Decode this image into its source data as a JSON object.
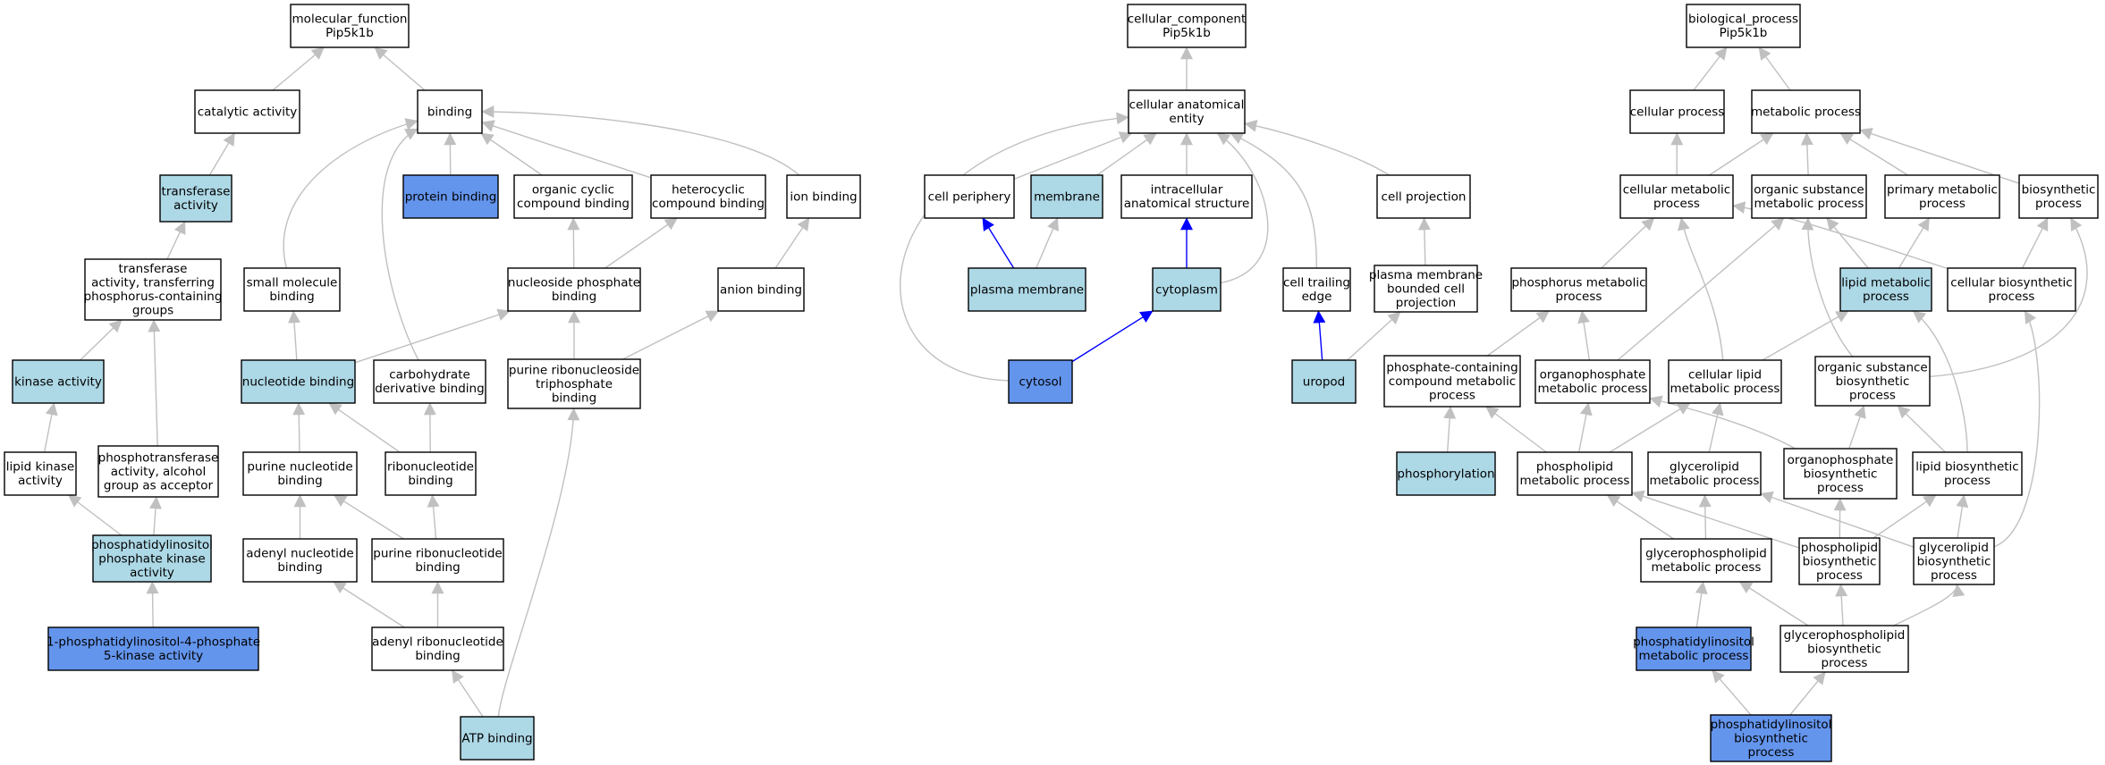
{
  "colors": {
    "plain": "#ffffff",
    "light": "#add8e6",
    "focus": "#6495ed",
    "edge_gray": "#c0c0c0",
    "edge_blue": "#0000ff"
  },
  "nodes": [
    {
      "id": "mf_root",
      "lines": [
        "molecular_function",
        "Pip5k1b"
      ],
      "fill": "plain"
    },
    {
      "id": "catalytic",
      "lines": [
        "catalytic activity"
      ],
      "fill": "plain"
    },
    {
      "id": "binding",
      "lines": [
        "binding"
      ],
      "fill": "plain"
    },
    {
      "id": "transferase",
      "lines": [
        "transferase",
        "activity"
      ],
      "fill": "light"
    },
    {
      "id": "protein_binding",
      "lines": [
        "protein binding"
      ],
      "fill": "focus"
    },
    {
      "id": "organic_cyclic",
      "lines": [
        "organic cyclic",
        "compound binding"
      ],
      "fill": "plain"
    },
    {
      "id": "heterocyclic",
      "lines": [
        "heterocyclic",
        "compound binding"
      ],
      "fill": "plain"
    },
    {
      "id": "ion_binding",
      "lines": [
        "ion binding"
      ],
      "fill": "plain"
    },
    {
      "id": "transferase_p",
      "lines": [
        "transferase",
        "activity, transferring",
        "phosphorus-containing",
        "groups"
      ],
      "fill": "plain"
    },
    {
      "id": "small_molecule",
      "lines": [
        "small molecule",
        "binding"
      ],
      "fill": "plain"
    },
    {
      "id": "nucleoside_phosphate",
      "lines": [
        "nucleoside phosphate",
        "binding"
      ],
      "fill": "plain"
    },
    {
      "id": "anion_binding",
      "lines": [
        "anion binding"
      ],
      "fill": "plain"
    },
    {
      "id": "kinase",
      "lines": [
        "kinase activity"
      ],
      "fill": "light"
    },
    {
      "id": "nucleotide_binding",
      "lines": [
        "nucleotide binding"
      ],
      "fill": "light"
    },
    {
      "id": "carbohydrate_deriv",
      "lines": [
        "carbohydrate",
        "derivative binding"
      ],
      "fill": "plain"
    },
    {
      "id": "purine_rnts",
      "lines": [
        "purine ribonucleoside",
        "triphosphate",
        "binding"
      ],
      "fill": "plain"
    },
    {
      "id": "lipid_kinase",
      "lines": [
        "lipid kinase",
        "activity"
      ],
      "fill": "plain"
    },
    {
      "id": "phosphotransferase",
      "lines": [
        "phosphotransferase",
        "activity, alcohol",
        "group as acceptor"
      ],
      "fill": "plain"
    },
    {
      "id": "purine_nucleotide",
      "lines": [
        "purine nucleotide",
        "binding"
      ],
      "fill": "plain"
    },
    {
      "id": "ribonucleotide",
      "lines": [
        "ribonucleotide",
        "binding"
      ],
      "fill": "plain"
    },
    {
      "id": "pip_kinase",
      "lines": [
        "phosphatidylinositol",
        "phosphate kinase",
        "activity"
      ],
      "fill": "light"
    },
    {
      "id": "adenyl_nucleotide",
      "lines": [
        "adenyl nucleotide",
        "binding"
      ],
      "fill": "plain"
    },
    {
      "id": "purine_ribonucleotide",
      "lines": [
        "purine ribonucleotide",
        "binding"
      ],
      "fill": "plain"
    },
    {
      "id": "pi4p5k",
      "lines": [
        "1-phosphatidylinositol-4-phosphate",
        "5-kinase activity"
      ],
      "fill": "focus"
    },
    {
      "id": "adenyl_ribonucleotide",
      "lines": [
        "adenyl ribonucleotide",
        "binding"
      ],
      "fill": "plain"
    },
    {
      "id": "atp_binding",
      "lines": [
        "ATP binding"
      ],
      "fill": "light"
    },
    {
      "id": "cc_root",
      "lines": [
        "cellular_component",
        "Pip5k1b"
      ],
      "fill": "plain"
    },
    {
      "id": "anatomical",
      "lines": [
        "cellular anatomical",
        "entity"
      ],
      "fill": "plain"
    },
    {
      "id": "cell_periphery",
      "lines": [
        "cell periphery"
      ],
      "fill": "plain"
    },
    {
      "id": "membrane",
      "lines": [
        "membrane"
      ],
      "fill": "light"
    },
    {
      "id": "intracellular",
      "lines": [
        "intracellular",
        "anatomical structure"
      ],
      "fill": "plain"
    },
    {
      "id": "cell_projection",
      "lines": [
        "cell projection"
      ],
      "fill": "plain"
    },
    {
      "id": "plasma_membrane",
      "lines": [
        "plasma membrane"
      ],
      "fill": "light"
    },
    {
      "id": "cytoplasm",
      "lines": [
        "cytoplasm"
      ],
      "fill": "light"
    },
    {
      "id": "cell_trailing_edge",
      "lines": [
        "cell trailing",
        "edge"
      ],
      "fill": "plain"
    },
    {
      "id": "pm_bounded",
      "lines": [
        "plasma membrane",
        "bounded cell",
        "projection"
      ],
      "fill": "plain"
    },
    {
      "id": "cytosol",
      "lines": [
        "cytosol"
      ],
      "fill": "focus"
    },
    {
      "id": "uropod",
      "lines": [
        "uropod"
      ],
      "fill": "light"
    },
    {
      "id": "bp_root",
      "lines": [
        "biological_process",
        "Pip5k1b"
      ],
      "fill": "plain"
    },
    {
      "id": "cellular_process",
      "lines": [
        "cellular process"
      ],
      "fill": "plain"
    },
    {
      "id": "metabolic_process",
      "lines": [
        "metabolic process"
      ],
      "fill": "plain"
    },
    {
      "id": "cellular_metabolic",
      "lines": [
        "cellular metabolic",
        "process"
      ],
      "fill": "plain"
    },
    {
      "id": "organic_subst_met",
      "lines": [
        "organic substance",
        "metabolic process"
      ],
      "fill": "plain"
    },
    {
      "id": "primary_metabolic",
      "lines": [
        "primary metabolic",
        "process"
      ],
      "fill": "plain"
    },
    {
      "id": "biosynthetic",
      "lines": [
        "biosynthetic",
        "process"
      ],
      "fill": "plain"
    },
    {
      "id": "phosphorus_met",
      "lines": [
        "phosphorus metabolic",
        "process"
      ],
      "fill": "plain"
    },
    {
      "id": "lipid_metabolic",
      "lines": [
        "lipid metabolic",
        "process"
      ],
      "fill": "light"
    },
    {
      "id": "cellular_biosynth",
      "lines": [
        "cellular biosynthetic",
        "process"
      ],
      "fill": "plain"
    },
    {
      "id": "phosphate_containing",
      "lines": [
        "phosphate-containing",
        "compound metabolic",
        "process"
      ],
      "fill": "plain"
    },
    {
      "id": "organophosphate_met",
      "lines": [
        "organophosphate",
        "metabolic process"
      ],
      "fill": "plain"
    },
    {
      "id": "cellular_lipid_met",
      "lines": [
        "cellular lipid",
        "metabolic process"
      ],
      "fill": "plain"
    },
    {
      "id": "organic_subst_biosynth",
      "lines": [
        "organic substance",
        "biosynthetic",
        "process"
      ],
      "fill": "plain"
    },
    {
      "id": "phosphorylation",
      "lines": [
        "phosphorylation"
      ],
      "fill": "light"
    },
    {
      "id": "phospholipid_met",
      "lines": [
        "phospholipid",
        "metabolic process"
      ],
      "fill": "plain"
    },
    {
      "id": "glycerolipid_met",
      "lines": [
        "glycerolipid",
        "metabolic process"
      ],
      "fill": "plain"
    },
    {
      "id": "organophosphate_biosynth",
      "lines": [
        "organophosphate",
        "biosynthetic",
        "process"
      ],
      "fill": "plain"
    },
    {
      "id": "lipid_biosynth",
      "lines": [
        "lipid biosynthetic",
        "process"
      ],
      "fill": "plain"
    },
    {
      "id": "glycerophospholipid_met",
      "lines": [
        "glycerophospholipid",
        "metabolic process"
      ],
      "fill": "plain"
    },
    {
      "id": "phospholipid_biosynth",
      "lines": [
        "phospholipid",
        "biosynthetic",
        "process"
      ],
      "fill": "plain"
    },
    {
      "id": "glycerolipid_biosynth",
      "lines": [
        "glycerolipid",
        "biosynthetic",
        "process"
      ],
      "fill": "plain"
    },
    {
      "id": "pi_metabolic",
      "lines": [
        "phosphatidylinositol",
        "metabolic process"
      ],
      "fill": "focus"
    },
    {
      "id": "glycerophospholipid_biosynth",
      "lines": [
        "glycerophospholipid",
        "biosynthetic",
        "process"
      ],
      "fill": "plain"
    },
    {
      "id": "pi_biosynth",
      "lines": [
        "phosphatidylinositol",
        "biosynthetic",
        "process"
      ],
      "fill": "focus"
    }
  ],
  "edges": [
    {
      "from": "catalytic",
      "to": "mf_root",
      "color": "edge_gray"
    },
    {
      "from": "binding",
      "to": "mf_root",
      "color": "edge_gray"
    },
    {
      "from": "transferase",
      "to": "catalytic",
      "color": "edge_gray"
    },
    {
      "from": "protein_binding",
      "to": "binding",
      "color": "edge_gray"
    },
    {
      "from": "organic_cyclic",
      "to": "binding",
      "color": "edge_gray"
    },
    {
      "from": "heterocyclic",
      "to": "binding",
      "color": "edge_gray"
    },
    {
      "from": "ion_binding",
      "to": "binding",
      "color": "edge_gray"
    },
    {
      "from": "small_molecule",
      "to": "binding",
      "color": "edge_gray"
    },
    {
      "from": "carbohydrate_deriv",
      "to": "binding",
      "color": "edge_gray"
    },
    {
      "from": "transferase_p",
      "to": "transferase",
      "color": "edge_gray"
    },
    {
      "from": "nucleoside_phosphate",
      "to": "organic_cyclic",
      "color": "edge_gray"
    },
    {
      "from": "nucleoside_phosphate",
      "to": "heterocyclic",
      "color": "edge_gray"
    },
    {
      "from": "anion_binding",
      "to": "ion_binding",
      "color": "edge_gray"
    },
    {
      "from": "kinase",
      "to": "transferase_p",
      "color": "edge_gray"
    },
    {
      "from": "phosphotransferase",
      "to": "transferase_p",
      "color": "edge_gray"
    },
    {
      "from": "nucleotide_binding",
      "to": "small_molecule",
      "color": "edge_gray"
    },
    {
      "from": "nucleotide_binding",
      "to": "nucleoside_phosphate",
      "color": "edge_gray"
    },
    {
      "from": "purine_rnts",
      "to": "nucleoside_phosphate",
      "color": "edge_gray"
    },
    {
      "from": "purine_rnts",
      "to": "anion_binding",
      "color": "edge_gray"
    },
    {
      "from": "lipid_kinase",
      "to": "kinase",
      "color": "edge_gray"
    },
    {
      "from": "purine_nucleotide",
      "to": "nucleotide_binding",
      "color": "edge_gray"
    },
    {
      "from": "ribonucleotide",
      "to": "nucleotide_binding",
      "color": "edge_gray"
    },
    {
      "from": "ribonucleotide",
      "to": "carbohydrate_deriv",
      "color": "edge_gray"
    },
    {
      "from": "pip_kinase",
      "to": "lipid_kinase",
      "color": "edge_gray"
    },
    {
      "from": "pip_kinase",
      "to": "phosphotransferase",
      "color": "edge_gray"
    },
    {
      "from": "adenyl_nucleotide",
      "to": "purine_nucleotide",
      "color": "edge_gray"
    },
    {
      "from": "purine_ribonucleotide",
      "to": "purine_nucleotide",
      "color": "edge_gray"
    },
    {
      "from": "purine_ribonucleotide",
      "to": "ribonucleotide",
      "color": "edge_gray"
    },
    {
      "from": "pi4p5k",
      "to": "pip_kinase",
      "color": "edge_gray"
    },
    {
      "from": "adenyl_ribonucleotide",
      "to": "adenyl_nucleotide",
      "color": "edge_gray"
    },
    {
      "from": "adenyl_ribonucleotide",
      "to": "purine_ribonucleotide",
      "color": "edge_gray"
    },
    {
      "from": "atp_binding",
      "to": "adenyl_ribonucleotide",
      "color": "edge_gray"
    },
    {
      "from": "atp_binding",
      "to": "purine_rnts",
      "color": "edge_gray"
    },
    {
      "from": "anatomical",
      "to": "cc_root",
      "color": "edge_gray"
    },
    {
      "from": "cell_periphery",
      "to": "anatomical",
      "color": "edge_gray"
    },
    {
      "from": "membrane",
      "to": "anatomical",
      "color": "edge_gray"
    },
    {
      "from": "intracellular",
      "to": "anatomical",
      "color": "edge_gray"
    },
    {
      "from": "cell_projection",
      "to": "anatomical",
      "color": "edge_gray"
    },
    {
      "from": "cell_trailing_edge",
      "to": "anatomical",
      "color": "edge_gray"
    },
    {
      "from": "cytoplasm",
      "to": "anatomical",
      "color": "edge_gray"
    },
    {
      "from": "cytosol",
      "to": "anatomical",
      "color": "edge_gray"
    },
    {
      "from": "plasma_membrane",
      "to": "cell_periphery",
      "color": "edge_blue"
    },
    {
      "from": "plasma_membrane",
      "to": "membrane",
      "color": "edge_gray"
    },
    {
      "from": "cytoplasm",
      "to": "intracellular",
      "color": "edge_blue"
    },
    {
      "from": "pm_bounded",
      "to": "cell_projection",
      "color": "edge_gray"
    },
    {
      "from": "cytosol",
      "to": "cytoplasm",
      "color": "edge_blue"
    },
    {
      "from": "uropod",
      "to": "cell_trailing_edge",
      "color": "edge_blue"
    },
    {
      "from": "uropod",
      "to": "pm_bounded",
      "color": "edge_gray"
    },
    {
      "from": "cellular_process",
      "to": "bp_root",
      "color": "edge_gray"
    },
    {
      "from": "metabolic_process",
      "to": "bp_root",
      "color": "edge_gray"
    },
    {
      "from": "cellular_metabolic",
      "to": "cellular_process",
      "color": "edge_gray"
    },
    {
      "from": "cellular_metabolic",
      "to": "metabolic_process",
      "color": "edge_gray"
    },
    {
      "from": "organic_subst_met",
      "to": "metabolic_process",
      "color": "edge_gray"
    },
    {
      "from": "primary_metabolic",
      "to": "metabolic_process",
      "color": "edge_gray"
    },
    {
      "from": "biosynthetic",
      "to": "metabolic_process",
      "color": "edge_gray"
    },
    {
      "from": "phosphorus_met",
      "to": "cellular_metabolic",
      "color": "edge_gray"
    },
    {
      "from": "lipid_metabolic",
      "to": "organic_subst_met",
      "color": "edge_gray"
    },
    {
      "from": "lipid_metabolic",
      "to": "primary_metabolic",
      "color": "edge_gray"
    },
    {
      "from": "cellular_biosynth",
      "to": "cellular_metabolic",
      "color": "edge_gray"
    },
    {
      "from": "cellular_biosynth",
      "to": "biosynthetic",
      "color": "edge_gray"
    },
    {
      "from": "phosphate_containing",
      "to": "phosphorus_met",
      "color": "edge_gray"
    },
    {
      "from": "organophosphate_met",
      "to": "phosphorus_met",
      "color": "edge_gray"
    },
    {
      "from": "organophosphate_met",
      "to": "organic_subst_met",
      "color": "edge_gray"
    },
    {
      "from": "cellular_lipid_met",
      "to": "cellular_metabolic",
      "color": "edge_gray"
    },
    {
      "from": "cellular_lipid_met",
      "to": "lipid_metabolic",
      "color": "edge_gray"
    },
    {
      "from": "organic_subst_biosynth",
      "to": "organic_subst_met",
      "color": "edge_gray"
    },
    {
      "from": "organic_subst_biosynth",
      "to": "biosynthetic",
      "color": "edge_gray"
    },
    {
      "from": "phosphorylation",
      "to": "phosphate_containing",
      "color": "edge_gray"
    },
    {
      "from": "phospholipid_met",
      "to": "phosphate_containing",
      "color": "edge_gray"
    },
    {
      "from": "phospholipid_met",
      "to": "organophosphate_met",
      "color": "edge_gray"
    },
    {
      "from": "phospholipid_met",
      "to": "cellular_lipid_met",
      "color": "edge_gray"
    },
    {
      "from": "glycerolipid_met",
      "to": "cellular_lipid_met",
      "color": "edge_gray"
    },
    {
      "from": "organophosphate_biosynth",
      "to": "organophosphate_met",
      "color": "edge_gray"
    },
    {
      "from": "organophosphate_biosynth",
      "to": "organic_subst_biosynth",
      "color": "edge_gray"
    },
    {
      "from": "lipid_biosynth",
      "to": "lipid_metabolic",
      "color": "edge_gray"
    },
    {
      "from": "lipid_biosynth",
      "to": "organic_subst_biosynth",
      "color": "edge_gray"
    },
    {
      "from": "glycerophospholipid_met",
      "to": "phospholipid_met",
      "color": "edge_gray"
    },
    {
      "from": "glycerophospholipid_met",
      "to": "glycerolipid_met",
      "color": "edge_gray"
    },
    {
      "from": "phospholipid_biosynth",
      "to": "phospholipid_met",
      "color": "edge_gray"
    },
    {
      "from": "phospholipid_biosynth",
      "to": "organophosphate_biosynth",
      "color": "edge_gray"
    },
    {
      "from": "phospholipid_biosynth",
      "to": "lipid_biosynth",
      "color": "edge_gray"
    },
    {
      "from": "glycerolipid_biosynth",
      "to": "glycerolipid_met",
      "color": "edge_gray"
    },
    {
      "from": "glycerolipid_biosynth",
      "to": "lipid_biosynth",
      "color": "edge_gray"
    },
    {
      "from": "glycerolipid_biosynth",
      "to": "cellular_biosynth",
      "color": "edge_gray"
    },
    {
      "from": "pi_metabolic",
      "to": "glycerophospholipid_met",
      "color": "edge_gray"
    },
    {
      "from": "glycerophospholipid_biosynth",
      "to": "glycerophospholipid_met",
      "color": "edge_gray"
    },
    {
      "from": "glycerophospholipid_biosynth",
      "to": "phospholipid_biosynth",
      "color": "edge_gray"
    },
    {
      "from": "glycerophospholipid_biosynth",
      "to": "glycerolipid_biosynth",
      "color": "edge_gray"
    },
    {
      "from": "pi_biosynth",
      "to": "pi_metabolic",
      "color": "edge_gray"
    },
    {
      "from": "pi_biosynth",
      "to": "glycerophospholipid_biosynth",
      "color": "edge_gray"
    }
  ]
}
